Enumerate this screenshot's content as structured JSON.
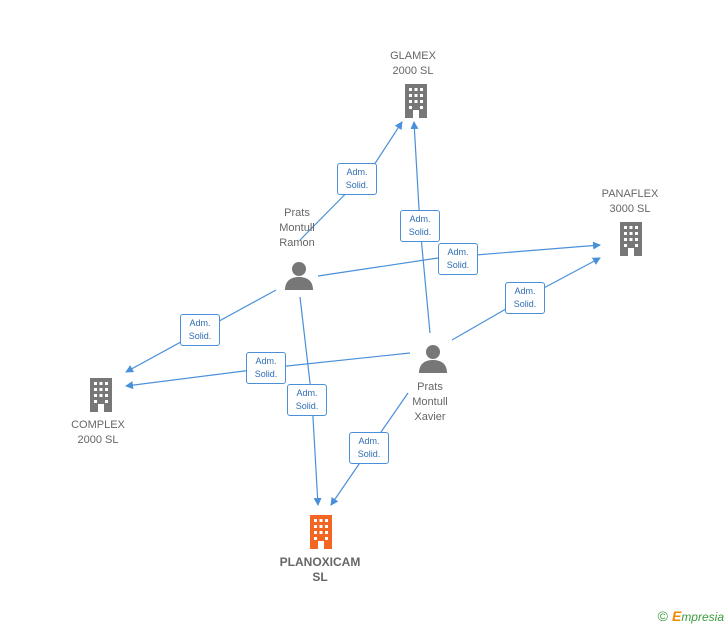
{
  "nodes": {
    "glamex": {
      "lines": [
        "GLAMEX",
        "2000  SL"
      ],
      "kind": "company"
    },
    "panaflex": {
      "lines": [
        "PANAFLEX",
        "3000  SL"
      ],
      "kind": "company"
    },
    "complex": {
      "lines": [
        "COMPLEX",
        "2000  SL"
      ],
      "kind": "company"
    },
    "planoxicam": {
      "lines": [
        "PLANOXICAM",
        "SL"
      ],
      "kind": "focus-company"
    },
    "ramon": {
      "lines": [
        "Prats",
        "Montull",
        "Ramon"
      ],
      "kind": "person"
    },
    "xavier": {
      "lines": [
        "Prats",
        "Montull",
        "Xavier"
      ],
      "kind": "person"
    }
  },
  "edge_label": {
    "line1": "Adm.",
    "line2": "Solid."
  },
  "edges": [
    {
      "from": "ramon",
      "to": "glamex"
    },
    {
      "from": "ramon",
      "to": "panaflex"
    },
    {
      "from": "ramon",
      "to": "complex"
    },
    {
      "from": "ramon",
      "to": "planoxicam"
    },
    {
      "from": "xavier",
      "to": "glamex"
    },
    {
      "from": "xavier",
      "to": "panaflex"
    },
    {
      "from": "xavier",
      "to": "complex"
    },
    {
      "from": "xavier",
      "to": "planoxicam"
    }
  ],
  "colors": {
    "edge": "#4a90d9",
    "company": "#777777",
    "focus": "#f26522",
    "person": "#777777"
  },
  "footer": {
    "copyright": "©",
    "brand_initial": "E",
    "brand_rest": "mpresia"
  }
}
